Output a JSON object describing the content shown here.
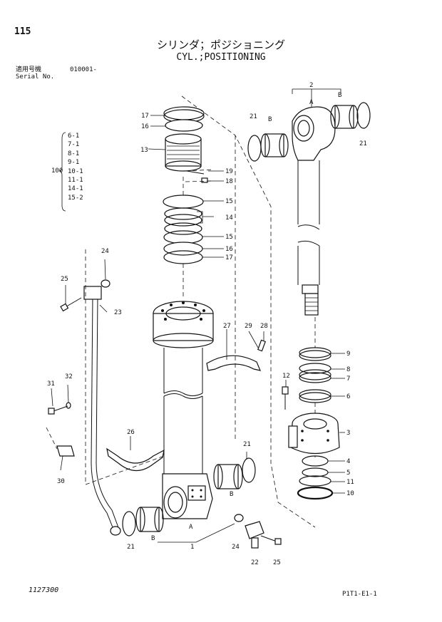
{
  "header": {
    "page_number": "115",
    "title_jp": "シリンダ；ポジショニング",
    "title_en": "CYL.;POSITIONING",
    "serial_label_jp": "適用号機",
    "serial_from": "010001-",
    "serial_label_en": "Serial No."
  },
  "variant_table": {
    "ref": "100",
    "items": [
      "6-1",
      "7-1",
      "8-1",
      "9-1",
      "10-1",
      "11-1",
      "14-1",
      "15-2"
    ]
  },
  "callouts": {
    "c1": "1",
    "c2": "2",
    "c3": "3",
    "c4": "4",
    "c5": "5",
    "c6": "6",
    "c7": "7",
    "c8": "8",
    "c9": "9",
    "c10": "10",
    "c11": "11",
    "c12": "12",
    "c13": "13",
    "c14": "14",
    "c15a": "15",
    "c15b": "15",
    "c16a": "16",
    "c16b": "16",
    "c17a": "17",
    "c17b": "17",
    "c18": "18",
    "c19": "19",
    "c21a": "21",
    "c21b": "21",
    "c21c": "21",
    "c21d": "21",
    "c22": "22",
    "c23": "23",
    "c24a": "24",
    "c24b": "24",
    "c25a": "25",
    "c25b": "25",
    "c26": "26",
    "c27": "27",
    "c28": "28",
    "c29": "29",
    "c30": "30",
    "c31": "31",
    "c32": "32",
    "cA1": "A",
    "cA2": "A",
    "cB1": "B",
    "cB2": "B",
    "cB3": "B",
    "cB4": "B"
  },
  "footer": {
    "doc_number": "1127300",
    "page_code": "P1T1-E1-1"
  }
}
